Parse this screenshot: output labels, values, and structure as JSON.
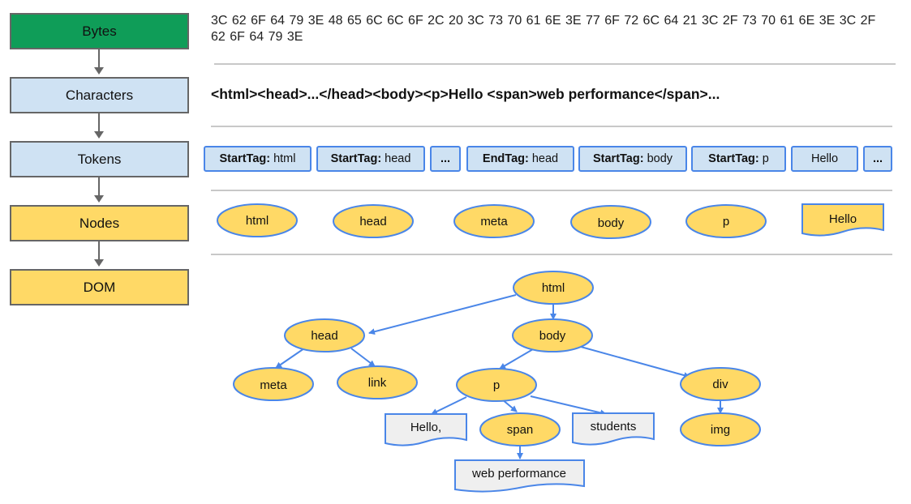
{
  "stages": [
    {
      "label": "Bytes",
      "color": "#0f9d58"
    },
    {
      "label": "Characters",
      "color": "#cfe2f3"
    },
    {
      "label": "Tokens",
      "color": "#cfe2f3"
    },
    {
      "label": "Nodes",
      "color": "#ffd966"
    },
    {
      "label": "DOM",
      "color": "#ffd966"
    }
  ],
  "bytes_text": "3C 62 6F 64 79 3E 48 65 6C 6C 6F 2C 20 3C 73 70 61 6E 3E 77 6F 72 6C 64 21 3C 2F 73 70 61 6E 3E 3C 2F 62 6F 64 79 3E",
  "characters_text": "<html><head>...</head><body><p>Hello <span>web performance</span>...",
  "tokens": [
    {
      "kind": "StartTag:",
      "value": "html"
    },
    {
      "kind": "StartTag:",
      "value": "head"
    },
    {
      "kind": "...",
      "value": ""
    },
    {
      "kind": "EndTag:",
      "value": "head"
    },
    {
      "kind": "StartTag:",
      "value": "body"
    },
    {
      "kind": "StartTag:",
      "value": "p"
    },
    {
      "kind": "",
      "value": "Hello"
    },
    {
      "kind": "...",
      "value": ""
    }
  ],
  "nodes": [
    "html",
    "head",
    "meta",
    "body",
    "p",
    "Hello"
  ],
  "dom": {
    "html": "html",
    "head": "head",
    "body": "body",
    "meta": "meta",
    "link": "link",
    "p": "p",
    "div": "div",
    "hello": "Hello,",
    "span": "span",
    "students": "students",
    "img": "img",
    "web_performance": "web performance"
  },
  "colors": {
    "node_fill": "#ffd966",
    "node_stroke": "#4a86e8",
    "text_fill": "#efefef",
    "edge": "#4a86e8"
  }
}
